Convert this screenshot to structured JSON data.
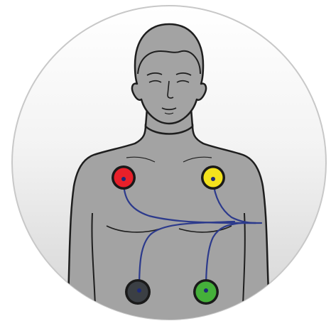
{
  "diagram": {
    "background_color": "#ffffff",
    "medallion": {
      "fill_top": "#ffffff",
      "fill_bottom": "#d4d4d4",
      "border_color": "#c8c8c8"
    },
    "figure": {
      "skin_color": "#a3a3a3",
      "outline_color": "#1e1e1e"
    },
    "lead_wire_color": "#2c3a8c",
    "electrodes": [
      {
        "name": "right-arm",
        "color": "#e8202a",
        "ring_color": "#1a1a1a",
        "center_color": "#1e2a78"
      },
      {
        "name": "left-arm",
        "color": "#f3e21d",
        "ring_color": "#1a1a1a",
        "center_color": "#1e2a78"
      },
      {
        "name": "right-leg",
        "color": "#3b3f44",
        "ring_color": "#1a1a1a",
        "center_color": "#1e2a78"
      },
      {
        "name": "left-leg",
        "color": "#45b03a",
        "ring_color": "#1a1a1a",
        "center_color": "#1e2a78"
      }
    ]
  }
}
